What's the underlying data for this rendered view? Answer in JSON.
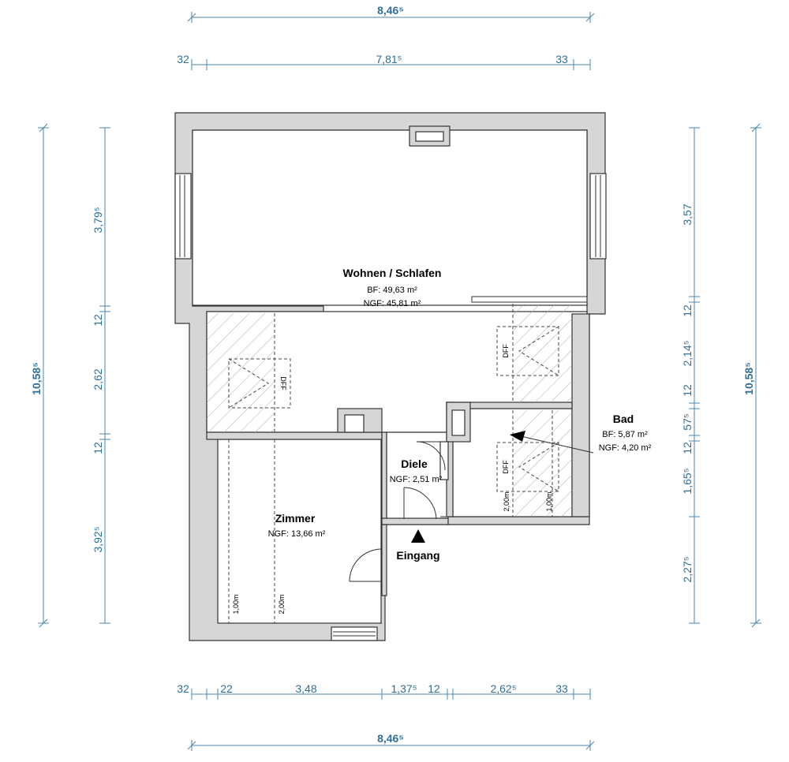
{
  "rooms": {
    "wohnen": {
      "name": "Wohnen / Schlafen",
      "bf": "BF: 49,63 m²",
      "ngf": "NGF: 45,81 m²"
    },
    "bad": {
      "name": "Bad",
      "bf": "BF: 5,87 m²",
      "ngf": "NGF: 4,20 m²"
    },
    "diele": {
      "name": "Diele",
      "ngf": "NGF: 2,51 m²"
    },
    "zimmer": {
      "name": "Zimmer",
      "ngf": "NGF: 13,66 m²"
    },
    "eingang": "Eingang"
  },
  "windows": {
    "dff": "DFF"
  },
  "heights": {
    "h100": "1,00m",
    "h200": "2,00m"
  },
  "dimensions": {
    "top_total": "8,46⁵",
    "top_left": "32",
    "top_mid": "7,81⁵",
    "top_right": "33",
    "bottom_total": "8,46⁵",
    "bottom": [
      "32",
      "22",
      "3,48",
      "1,37⁵",
      "12",
      "2,62⁵",
      "33"
    ],
    "left_total": "10,58⁵",
    "left": [
      "3,79⁵",
      "12",
      "2,62",
      "12",
      "3,92⁵"
    ],
    "right_total": "10,58⁵",
    "right": [
      "3,57",
      "12",
      "2,14⁵",
      "12",
      "57⁵",
      "12",
      "1,65⁵",
      "2,27⁵"
    ]
  },
  "colors": {
    "dimension": "#2f6f99",
    "wall": "#d6d6d6"
  }
}
